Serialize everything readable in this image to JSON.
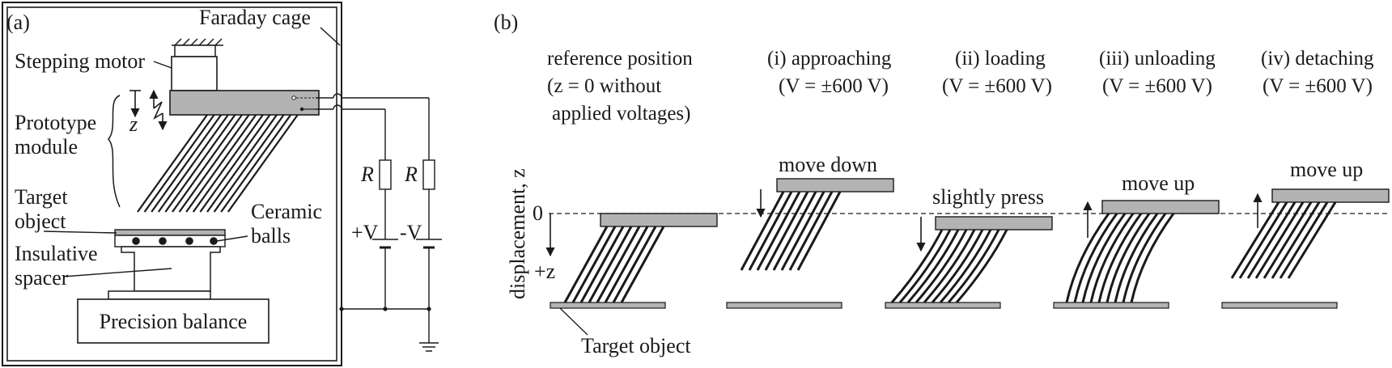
{
  "panel_a": {
    "tag": "(a)",
    "faraday_cage": "Faraday cage",
    "stepping_motor": "Stepping motor",
    "prototype_module": [
      "Prototype",
      "module"
    ],
    "z_label": "z",
    "target_object": [
      "Target",
      "object"
    ],
    "ceramic_balls": [
      "Ceramic",
      "balls"
    ],
    "insulative_spacer": [
      "Insulative",
      "spacer"
    ],
    "precision_balance": "Precision balance",
    "resistor_label": "R",
    "plus_v": "+V",
    "minus_v": "-V"
  },
  "panel_b": {
    "tag": "(b)",
    "stages": [
      {
        "line1": "reference position",
        "line2": "(z = 0 without",
        "line3": "applied voltages)",
        "action": ""
      },
      {
        "line1": "(i) approaching",
        "line2": "(V = ±600 V)",
        "line3": "",
        "action": "move down"
      },
      {
        "line1": "(ii) loading",
        "line2": "(V = ±600 V)",
        "line3": "",
        "action": "slightly press"
      },
      {
        "line1": "(iii) unloading",
        "line2": "(V = ±600 V)",
        "line3": "",
        "action": "move up"
      },
      {
        "line1": "(iv) detaching",
        "line2": "(V = ±600 V)",
        "line3": "",
        "action": "move up"
      }
    ],
    "axis_label": "displacement, z",
    "zero_label": "0",
    "plus_z_label": "+z",
    "target_object_label": "Target object"
  },
  "colors": {
    "ink": "#1a1a1a",
    "plate_fill": "#b3b3b3",
    "background": "#ffffff"
  }
}
